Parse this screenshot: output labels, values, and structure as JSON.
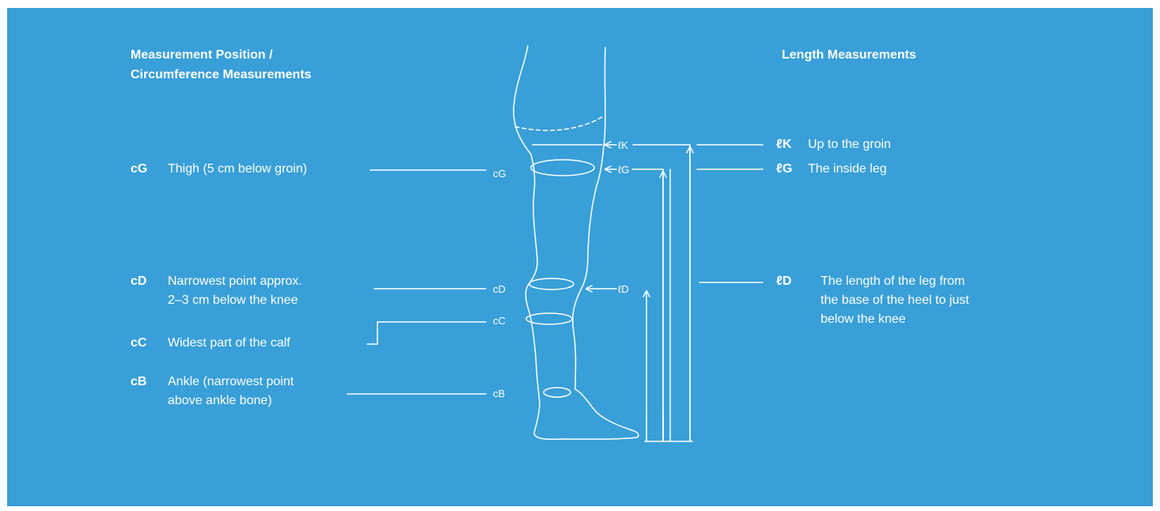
{
  "left_heading": {
    "line1": "Measurement Position /",
    "line2": "Circumference Measurements"
  },
  "right_heading": "Length Measurements",
  "circumference": {
    "cG": {
      "code": "cG",
      "line1": "Thigh (5 cm below groin)"
    },
    "cD": {
      "code": "cD",
      "line1": "Narrowest point approx.",
      "line2": "2–3 cm below the knee"
    },
    "cC": {
      "code": "cC",
      "line1": "Widest part of the calf"
    },
    "cB": {
      "code": "cB",
      "line1": "Ankle (narrowest point",
      "line2": "above ankle bone)"
    }
  },
  "length": {
    "lK": {
      "code": "ℓK",
      "line1": "Up to the groin"
    },
    "lG": {
      "code": "ℓG",
      "line1": "The inside leg"
    },
    "lD": {
      "code": "ℓD",
      "line1": "The length of the leg from",
      "line2": "the base of the heel to just",
      "line3": "below the knee"
    }
  },
  "figure_labels": {
    "cG": "cG",
    "cD": "cD",
    "cC": "cC",
    "cB": "cB",
    "lK": "ℓK",
    "lG": "ℓG",
    "lD": "ℓD"
  },
  "colors": {
    "panel": "#389fd8",
    "line": "#ffffff"
  }
}
